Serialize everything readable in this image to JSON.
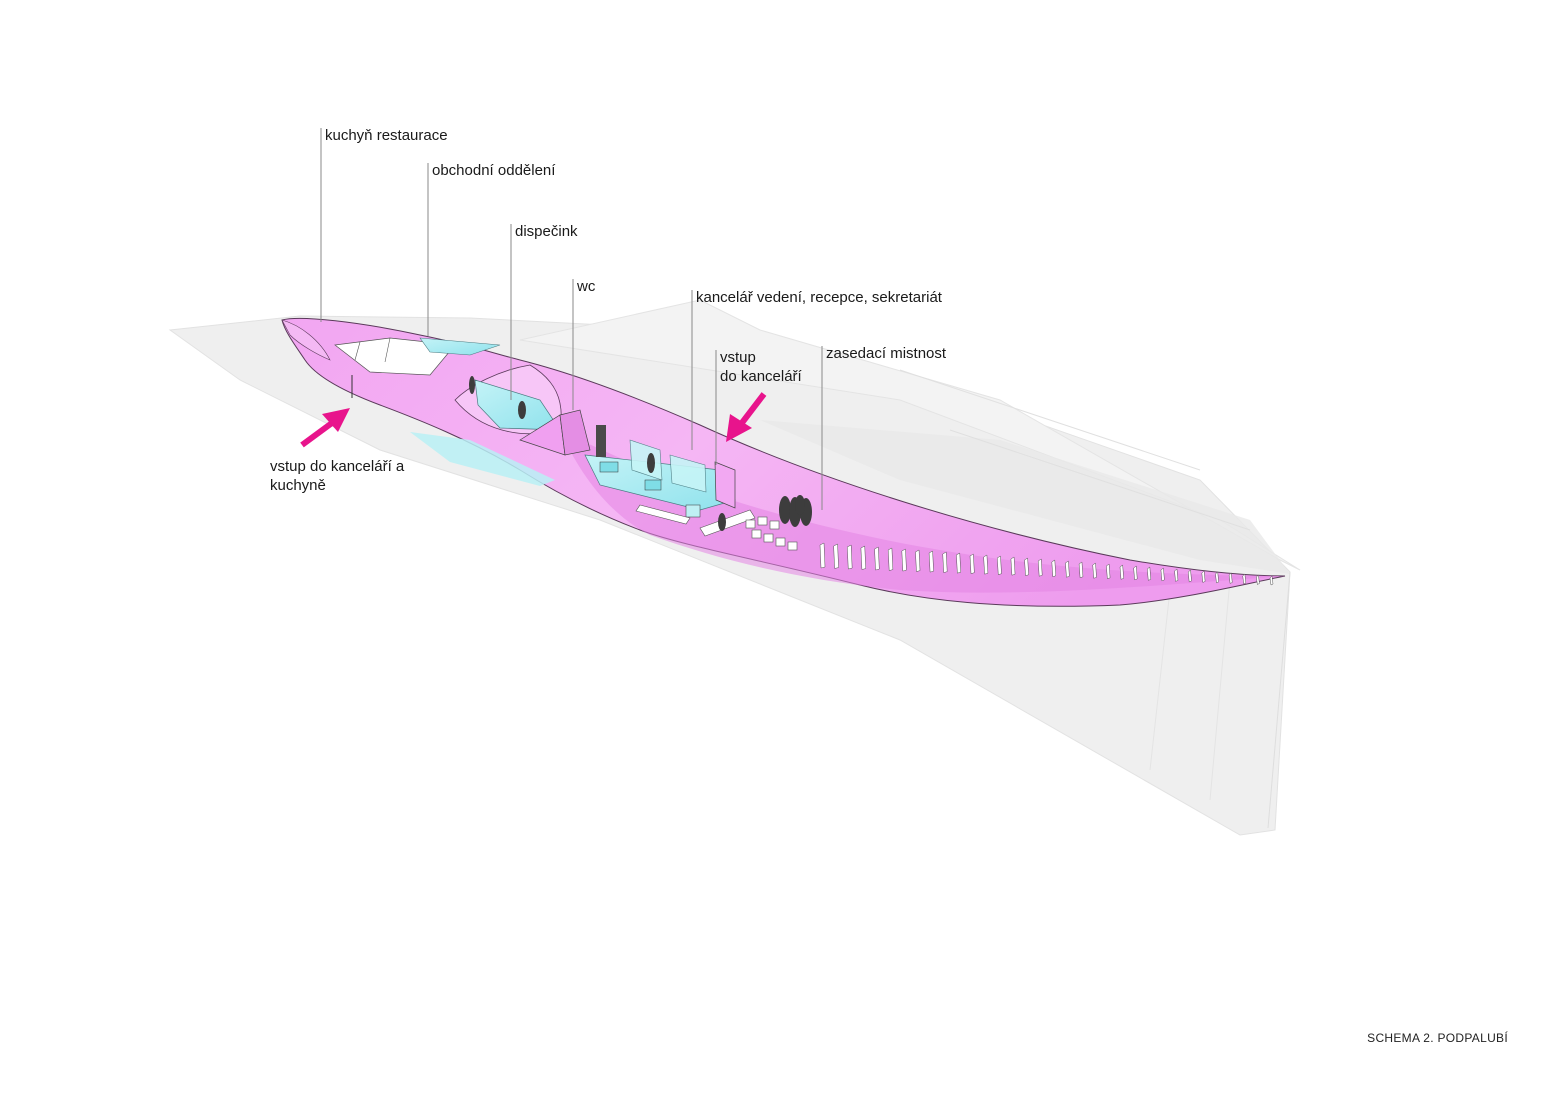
{
  "labels": {
    "kitchen": "kuchyň restaurace",
    "sales": "obchodní oddělení",
    "dispatch": "dispečink",
    "wc": "wc",
    "management": "kancelář vedení, recepce, sekretariát",
    "office_entry_line1": "vstup",
    "office_entry_line2": "do kanceláří",
    "meeting_room": "zasedací mistnost",
    "entry_kitchen_line1": "vstup do kanceláří a",
    "entry_kitchen_line2": "kuchyně"
  },
  "caption": "SCHEMA  2. PODPALUBÍ",
  "colors": {
    "hull_pink": "#ef9ef0",
    "hull_pink_dark": "#d96ed8",
    "glass_cyan": "#a8ecf2",
    "arrow_magenta": "#e8148c",
    "ghost_gray": "#ececec",
    "leader_line": "#8a8a8a"
  }
}
